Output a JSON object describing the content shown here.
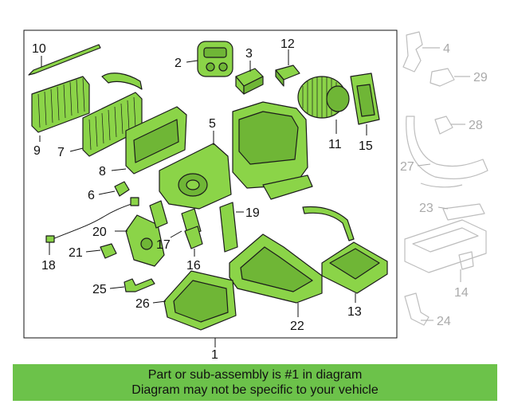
{
  "callouts": {
    "n1": "1",
    "n2": "2",
    "n3": "3",
    "n4": "4",
    "n5": "5",
    "n6": "6",
    "n7": "7",
    "n8": "8",
    "n9": "9",
    "n10": "10",
    "n11": "11",
    "n12": "12",
    "n13": "13",
    "n14": "14",
    "n15": "15",
    "n16": "16",
    "n17": "17",
    "n18": "18",
    "n19": "19",
    "n20": "20",
    "n21": "21",
    "n22": "22",
    "n23": "23",
    "n24": "24",
    "n25": "25",
    "n26": "26",
    "n27": "27",
    "n28": "28",
    "n29": "29"
  },
  "banner": {
    "line1": "Part or sub-assembly is #1 in diagram",
    "line2": "Diagram may not be specific to your vehicle"
  },
  "colors": {
    "highlight": "#8bd448",
    "banner": "#6cc24a",
    "ghost": "#bdbdbd"
  }
}
